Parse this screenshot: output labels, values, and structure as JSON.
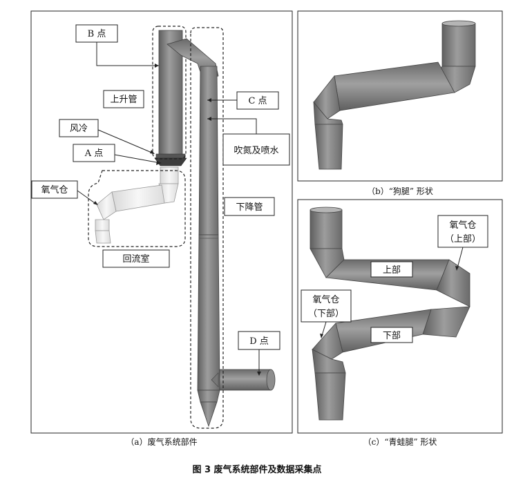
{
  "figure_caption": "图 3   废气系统部件及数据采集点",
  "panel_a": {
    "caption": "（a）废气系统部件",
    "labels": {
      "b_point": "B 点",
      "riser": "上升管",
      "c_point": "C 点",
      "air_cooling": "风冷",
      "nitrogen_water": "吹氮及喷水",
      "a_point": "A 点",
      "oxygen_bin": "氧气仓",
      "downcomer": "下降管",
      "reflux_chamber": "回流室",
      "d_point": "D 点"
    }
  },
  "panel_b": {
    "caption": "（b）“狗腿” 形状"
  },
  "panel_c": {
    "caption": "（c）“青蛙腿” 形状",
    "labels": {
      "upper_bin_line1": "氧气仓",
      "upper_bin_line2": "（上部）",
      "upper": "上部",
      "lower_bin_line1": "氧气仓",
      "lower_bin_line2": "（下部）",
      "lower": "下部"
    }
  },
  "colors": {
    "pipe": "#8a8a8a",
    "pipe_dark": "#6e6e6e",
    "pipe_light": "#a9a9a9",
    "reflux_pipe": "#ececec"
  }
}
